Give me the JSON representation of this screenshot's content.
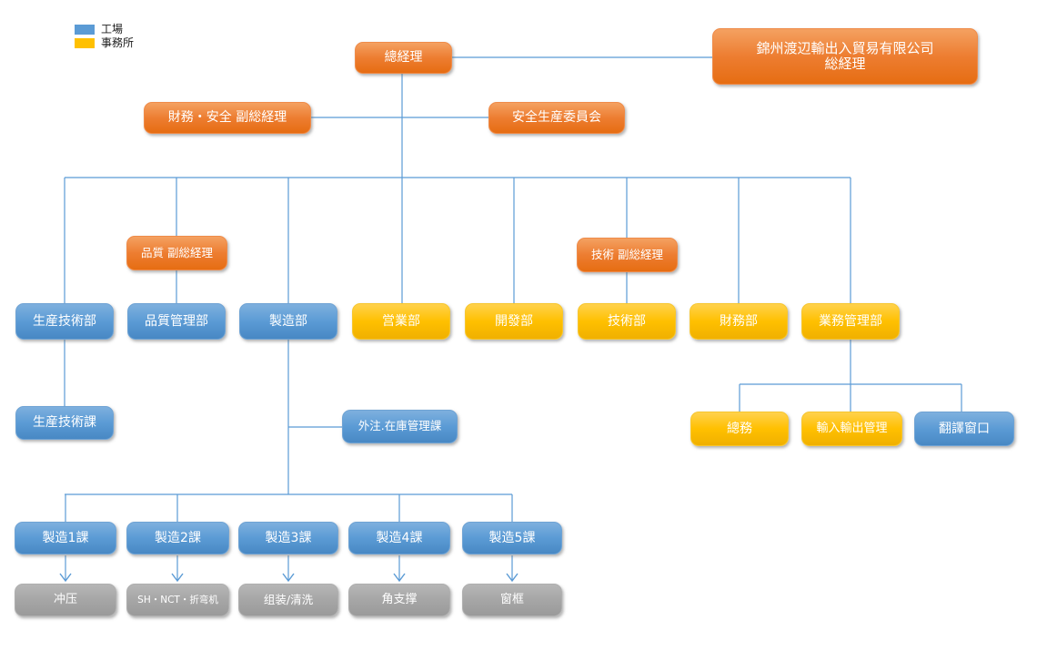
{
  "legend": {
    "items": [
      {
        "label": "工場",
        "color": "#5B9BD5",
        "meaning": "factory"
      },
      {
        "label": "事務所",
        "color": "#FFC000",
        "meaning": "office"
      }
    ]
  },
  "nodes": {
    "gm": {
      "label": "總経理"
    },
    "company": {
      "line1": "錦州渡辺輸出入貿易有限公司",
      "line2": "総経理"
    },
    "fin_safety_vgm": {
      "label": "財務・安全 副総経理"
    },
    "safety_committee": {
      "label": "安全生産委員会"
    },
    "quality_vgm": {
      "label": "品質 副総経理"
    },
    "tech_vgm": {
      "label": "技術 副総経理"
    },
    "prod_tech_dept": {
      "label": "生産技術部"
    },
    "quality_dept": {
      "label": "品質管理部"
    },
    "mfg_dept": {
      "label": "製造部"
    },
    "sales_dept": {
      "label": "営業部"
    },
    "dev_dept": {
      "label": "開發部"
    },
    "tech_dept": {
      "label": "技術部"
    },
    "finance_dept": {
      "label": "財務部"
    },
    "biz_mgmt_dept": {
      "label": "業務管理部"
    },
    "prod_tech_sec": {
      "label": "生産技術課"
    },
    "outsourcing_sec": {
      "label": "外注.在庫管理課"
    },
    "general_affairs": {
      "label": "總務"
    },
    "import_export": {
      "label": "輸入輸出管理"
    },
    "translation": {
      "label": "翻譯窗口"
    },
    "mfg1": {
      "label": "製造1課"
    },
    "mfg2": {
      "label": "製造2課"
    },
    "mfg3": {
      "label": "製造3課"
    },
    "mfg4": {
      "label": "製造4課"
    },
    "mfg5": {
      "label": "製造5課"
    },
    "stamping": {
      "label": "冲压"
    },
    "sh_nct_bending": {
      "label": "SH・NCT・折弯机"
    },
    "assembly_cleaning": {
      "label": "组装/清洗"
    },
    "corner_support": {
      "label": "角支撑"
    },
    "window_frame": {
      "label": "窗框"
    }
  },
  "colors": {
    "factory_blue": "#5B9BD5",
    "office_yellow": "#FFC000",
    "management_orange": "#ED7D31",
    "process_gray": "#A6A6A6",
    "connector_blue": "#5B9BD5"
  }
}
